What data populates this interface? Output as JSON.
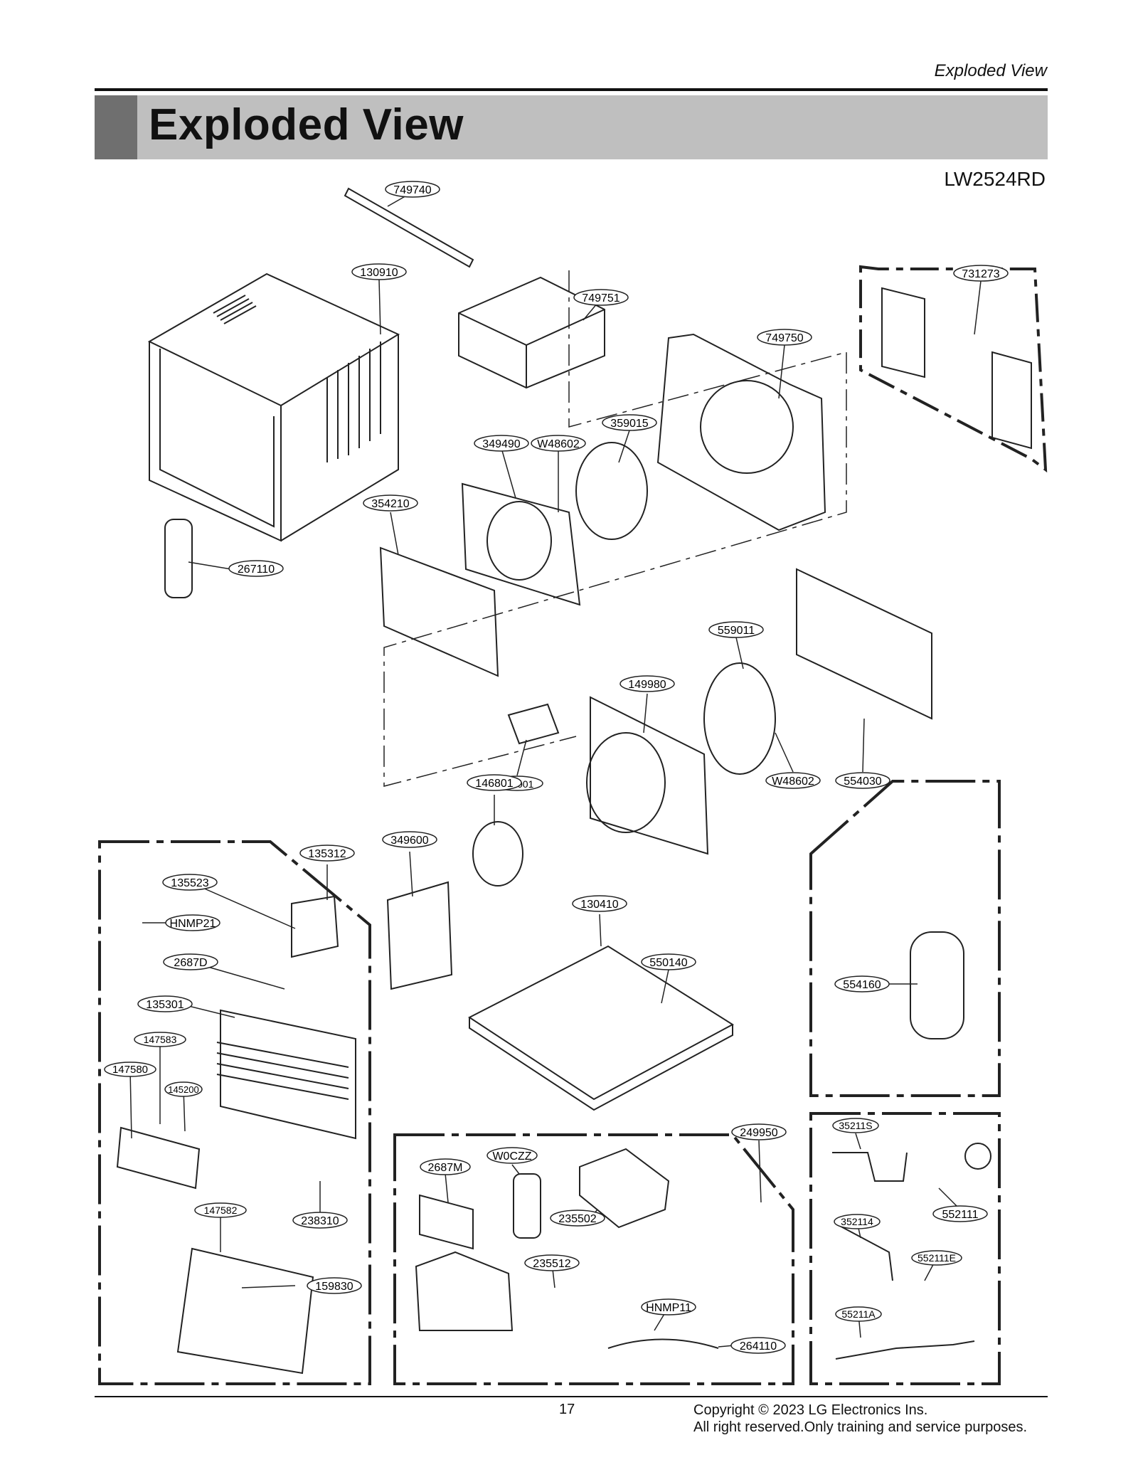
{
  "header": {
    "section_label": "Exploded View",
    "title": "Exploded View",
    "model": "LW2524RD"
  },
  "parts": [
    "749740",
    "130910",
    "749751",
    "749750",
    "731273",
    "359015",
    "349490",
    "W48602",
    "354210",
    "267110",
    "559011",
    "149980",
    "148001",
    "146801",
    "W48602",
    "554030",
    "135312",
    "349600",
    "135523",
    "HNMP21",
    "130410",
    "2687D",
    "550140",
    "554160",
    "135301",
    "147583",
    "147580",
    "145200",
    "249950",
    "35211S",
    "W0CZZ",
    "2687M",
    "235502",
    "552111",
    "147582",
    "238310",
    "352114",
    "552111E",
    "235512",
    "159830",
    "HNMP11",
    "55211A",
    "264110"
  ],
  "footer": {
    "page_number": "17",
    "copyright_line1": "Copyright © 2023 LG Electronics Ins.",
    "copyright_line2": "All right reserved.Only training and service purposes."
  }
}
